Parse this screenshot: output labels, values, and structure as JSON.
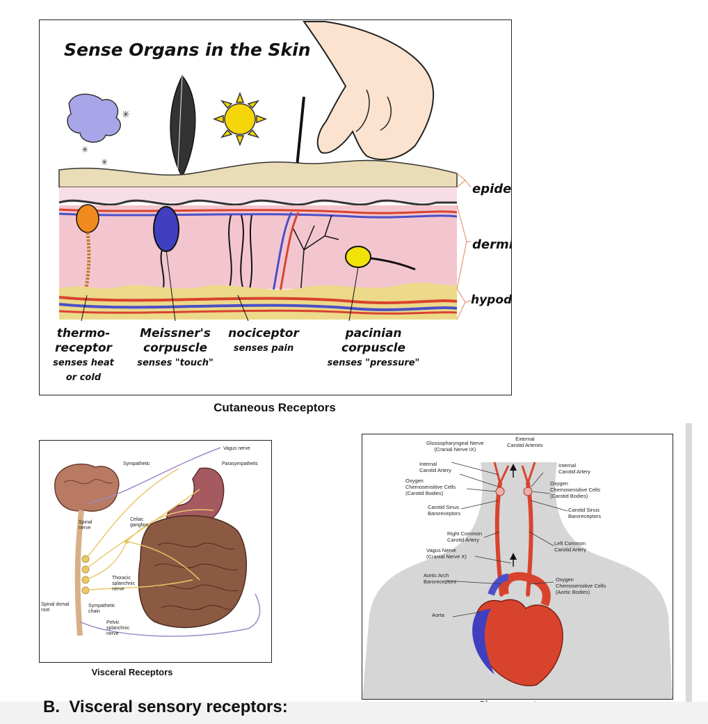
{
  "skin_panel": {
    "title": "Sense Organs in the Skin",
    "layers": [
      "epidermis",
      "dermis",
      "hypodermis"
    ],
    "receptors": [
      {
        "line1": "thermo-",
        "line2": "receptor",
        "line3": "senses heat",
        "line4": "or cold"
      },
      {
        "line1": "Meissner's",
        "line2": "corpuscle",
        "line3": "senses \"touch\"",
        "line4": ""
      },
      {
        "line1": "nociceptor",
        "line2": "senses pain",
        "line3": "",
        "line4": ""
      },
      {
        "line1": "pacinian",
        "line2": "corpuscle",
        "line3": "senses \"pressure\"",
        "line4": ""
      }
    ],
    "caption": "Cutaneous Receptors"
  },
  "visceral_panel": {
    "labels": {
      "vagus_nerve": "Vagus nerve",
      "sympathetic": "Sympathetic",
      "parasympathetic": "Parasympathetic",
      "spinal_nerve": "Spinal\nnerve",
      "celiac_ganglion": "Celiac\nganglion",
      "thoracic_splanchnic": "Thoracic\nsplanchnic\nnerve",
      "spinal_dorsal_root": "Spinal dorsal\nroot",
      "sympathetic_chain": "Sympathetic\nchain",
      "pelvic_splanchnic": "Pelvic\nsplanchnic\nnerve"
    },
    "caption": "Visceral Receptors"
  },
  "chemo_panel": {
    "labels": {
      "external_carotid": "External\nCarotid Arteries",
      "glossopharyngeal": "Glossopharyngeal Nerve\n(Cranial Nerve IX)",
      "internal_carotid_left": "Internal\nCarotid Artery",
      "internal_carotid_right": "Internal\nCarotid Artery",
      "chemo_cells_left": "Oxygen\nChemosensitive Cells\n(Carotid Bodies)",
      "chemo_cells_right": "Oxygen\nChemosensitive Cells\n(Carotid Bodies)",
      "sinus_baro_left": "Carotid Sinus\nBaroreceptors",
      "sinus_baro_right": "Carotid Sinus\nBaroreceptors",
      "right_common": "Right Common\nCarotid Artery",
      "left_common": "Left Common\nCarotid Artery",
      "vagus": "Vagus Nerve\n(Cranial Nerve X)",
      "aortic_arch": "Aortic Arch\nBaroreceptors",
      "aortic_bodies": "Oxygen\nChemosensitive Cells\n(Aortic Bodies)",
      "aorta": "Aorta"
    },
    "caption": "Chemoreceptors"
  },
  "footer": {
    "heading": "B.  Visceral sensory receptors:"
  },
  "colors": {
    "skin_dermis": "#f3c6cf",
    "skin_epidermis": "#e9dcb7",
    "hypodermis_fat": "#ecd98a",
    "artery_red": "#d8432e",
    "vein_blue": "#4b4fc7",
    "nerve_yellow": "#e8c86a",
    "torso_gray": "#d6d6d6"
  }
}
